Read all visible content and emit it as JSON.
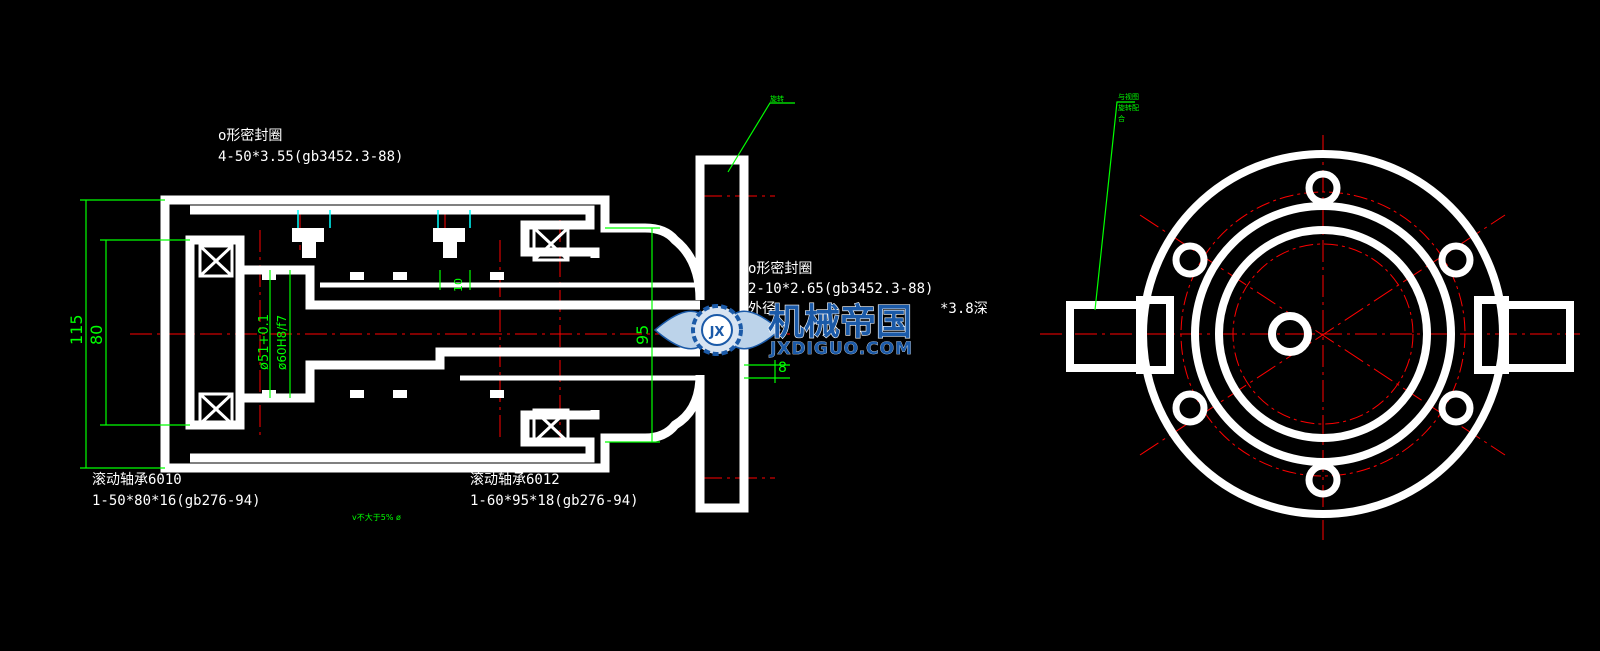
{
  "drawing": {
    "notes": {
      "oring_top_title": "o形密封圈",
      "oring_top_spec": "4-50*3.55(gb3452.3-88)",
      "oring_right_title": "o形密封圈",
      "oring_right_spec": "2-10*2.65(gb3452.3-88)",
      "oring_right_extra_left": "外径",
      "oring_right_extra_right": "*3.8深",
      "bearing_left_title": "滚动轴承6010",
      "bearing_left_spec": "1-50*80*16(gb276-94)",
      "bearing_right_title": "滚动轴承6012",
      "bearing_right_spec": "1-60*95*18(gb276-94)"
    },
    "dimensions": {
      "d115": "115",
      "d80": "80",
      "d95": "95",
      "d8": "8",
      "d51": "ø51+0.1",
      "d60": "ø60H8/f7",
      "d10": "10"
    },
    "small_labels": {
      "leader_top": "旋转",
      "leader_right_1": "与视图",
      "leader_right_2": "旋转配",
      "leader_right_3": "合",
      "footnote": "v不大于5%  ø"
    },
    "watermark": {
      "cn": "机械帝国",
      "en": "JXDIGUO.COM",
      "badge": "JX"
    },
    "colors": {
      "background": "#000000",
      "outline": "#ffffff",
      "centerline": "#ff0000",
      "dimension": "#00ff00",
      "leader": "#00ff00",
      "hatch": "#00ffff"
    }
  }
}
